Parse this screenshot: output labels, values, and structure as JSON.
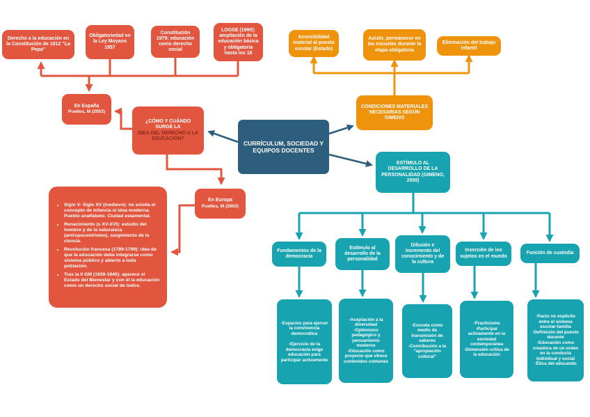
{
  "palette": {
    "red": "#E2563F",
    "orange": "#EF920C",
    "teal": "#17A3B0",
    "navy": "#2E5E7E",
    "question_dark_text": "#8A2A1D"
  },
  "center": {
    "label": "CURRÍCULUM, SOCIEDAD Y EQUIPOS DOCENTES"
  },
  "question": {
    "line1": "¿CÓMO Y CUÁNDO SURGE LA",
    "line2": "IDEA DEL DERECHO A LA EDUCACIÓN?"
  },
  "spain": {
    "source_line1": "En España",
    "source_line2": "Puelles, M (2002)",
    "boxes": [
      "Derecho a la educación en la Constitución de 1812 “La Pepa”",
      "Obligatoriedad en la Ley Moyano 1857",
      "Constitución 1978; educación como derecho social",
      "LOGSE (1990): ampliación de la educación básica y obligatoria hasta los 16"
    ]
  },
  "europe": {
    "source_line1": "En Europa",
    "source_line2": "Puelles, M (2002)",
    "bullets": [
      "Siglo V- Siglo XV (medievo): no existía el concepto de infancia ni idea moderna. Pueblo analfabeto. Ciudad estamental.",
      "Renacimiento (s XV-XVI): estudio del hombre y de la naturaleza (antropocentrismo), surgimiento de la ciencia.",
      "Revolución francesa (1789-1799): idea de que la educación debe integrarse como sistema público y abierto a toda población.",
      "Tras la II GM (1939-1945): aparece el Estado del Bienestar y con él la educación como un derecho social de todos."
    ]
  },
  "materials": {
    "header": "CONDICIONES MATERIALES NECESARIAS SEGÚN GIMENO",
    "boxes": [
      "Accesibilidad material al puesto escolar (Estado)",
      "Asistir, permanecer en las escuelas durante la etapa obligatoria",
      "Eliminación del trabajo infantil"
    ]
  },
  "stimulus": {
    "header": "ESTÍMULO AL DESARROLLO DE LA PERSONALIDAD (GIMENO, 2000)",
    "columns": [
      {
        "title": "Fundamentos de la democracia",
        "detail": "-Espacios para ejercer la convivencia democrática\n\n-Ejercicio de la democracia exige educación para participar activamente"
      },
      {
        "title": "Estímulo al desarrollo de la personalidad",
        "detail": "-Aceptación a la diversidad\n-Optimismo pedagógico y pensamiento moderno\n-Educación como proyecto que ofrece contenidos comunes"
      },
      {
        "title": "Difusión e incremento del conocimiento y de la cultura",
        "detail": "-Escuela como medio de transmisión de saberes\n-Contribución a la “apropiación cultural”"
      },
      {
        "title": "Inserción de los sujetos en el mundo",
        "detail": "-Practicismo\n-Participar activamente en la sociedad contemporánea\n-Dimensión crítica de la educación"
      },
      {
        "title": "Función de custodia",
        "detail": "-Pacto no explícito entre el sistema escolar-familia\n-Definición del puesto docente\n-Educación como creadora de un orden en la conducta individual y social\n-Ética del educando"
      }
    ]
  }
}
